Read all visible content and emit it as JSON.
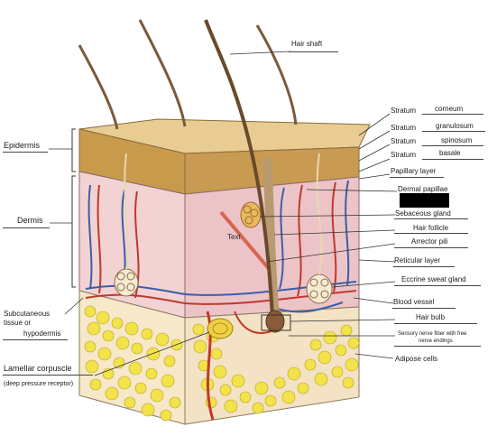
{
  "labels": {
    "hair_shaft": "Hair shaft",
    "epidermis": "Epidermis",
    "dermis": "Dermis",
    "subcutaneous_1": "Subcutaneous",
    "subcutaneous_2": "tissue or",
    "subcutaneous_3": "hypodermis",
    "lamellar_1": "Lamellar corpuscle",
    "lamellar_2": "(deep pressure receptor)",
    "stratum": "Stratum",
    "corneum": "corneum",
    "granulosum": "granulosum",
    "spinosum": "spinosum",
    "basale": "basale",
    "papillary_layer": "Papillary layer",
    "dermal_papillae": "Dermal papillae",
    "sebaceous_gland": "Sebaceous gland",
    "hair_follicle": "Hair follicle",
    "arrector_pili": "Arrector pili",
    "reticular_layer": "Reticular layer",
    "eccrine": "Eccrine sweat gland",
    "blood_vessel": "Blood vessel",
    "hair_bulb": "Hair bulb",
    "sensory_1": "Sensory nerve fiber with free",
    "sensory_2": "nerve endings",
    "adipose": "Adipose cells",
    "placeholder": "Text"
  },
  "colors": {
    "skin_top": "#e8cc92",
    "epidermis": "#c89a4c",
    "dermis": "#f3d2d4",
    "dermis_side": "#e9c0c4",
    "fat": "#f2e34a",
    "hair": "#8a6a4a",
    "artery": "#c0392b",
    "vein": "#3a5fa8",
    "line": "#333333"
  }
}
